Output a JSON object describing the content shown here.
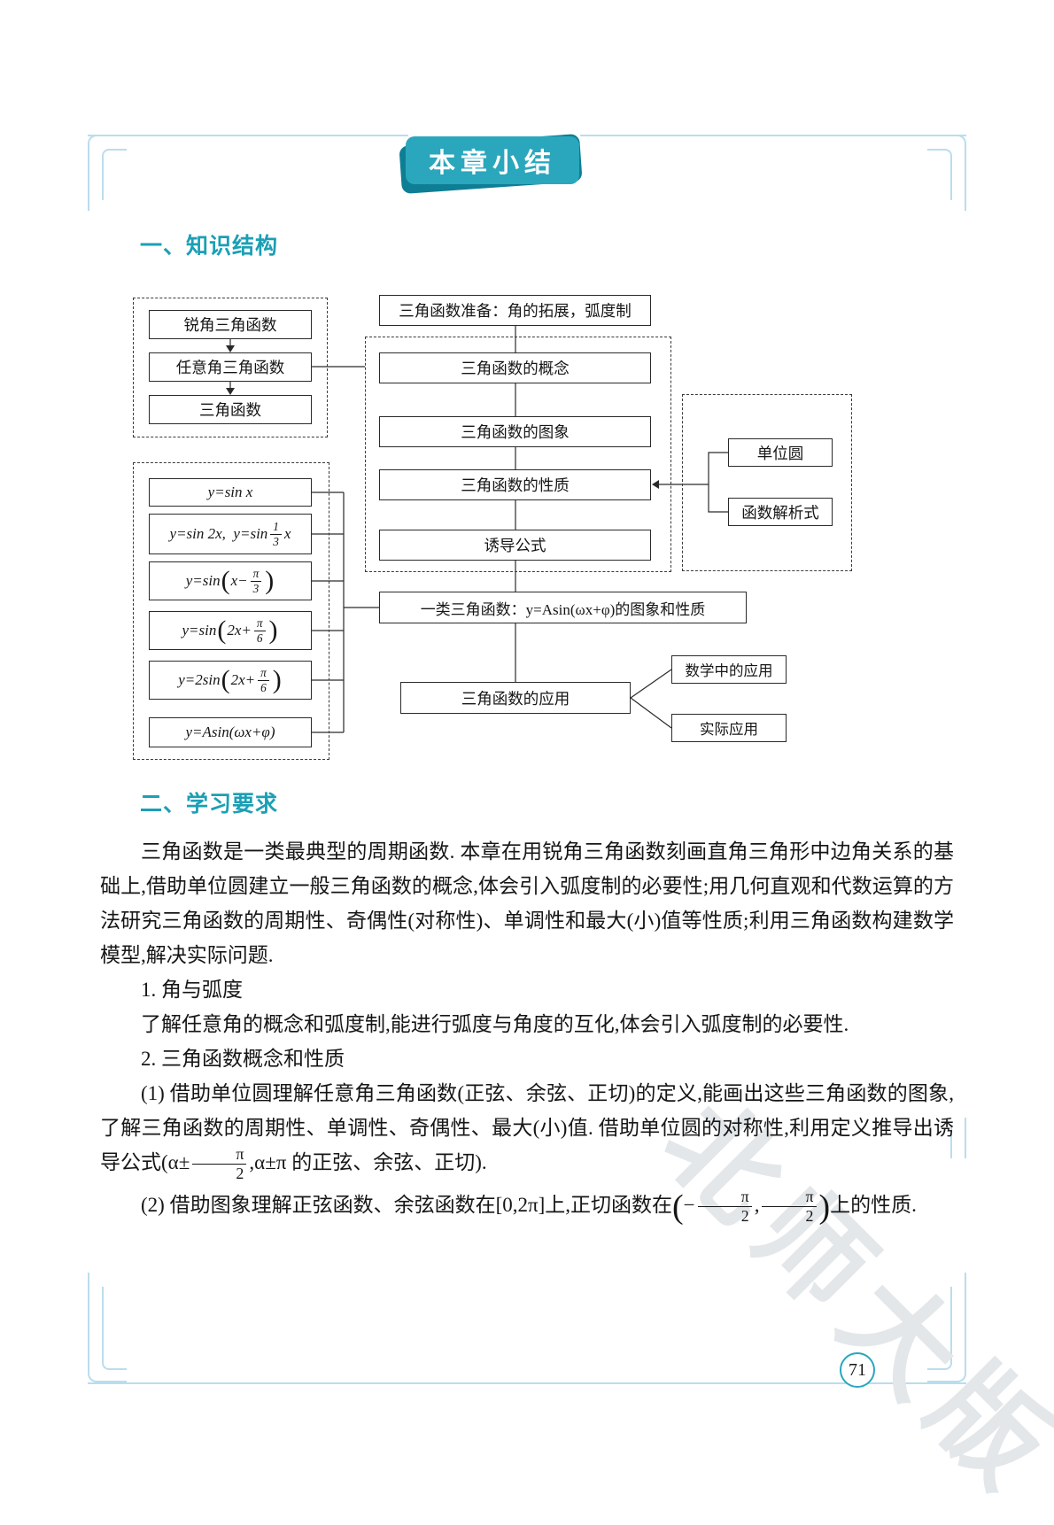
{
  "colors": {
    "accent_teal": "#2aa7bc",
    "banner_shadow": "#0e7e95",
    "frame_blue": "#badded"
  },
  "banner": {
    "title": "本章小结"
  },
  "headings": {
    "s1": "一、知识结构",
    "s2": "二、学习要求"
  },
  "flowchart": {
    "syms": {
      "lp": "(",
      "rp": ")"
    },
    "left_chain": {
      "box1": "锐角三角函数",
      "box2": "任意角三角函数",
      "box3": "三角函数"
    },
    "prep_box": "三角函数准备：角的拓展，弧度制",
    "concept_box": "三角函数的概念",
    "graph_box": "三角函数的图象",
    "property_box": "三角函数的性质",
    "induction_box": "诱导公式",
    "unit_circle_box": "单位圆",
    "expression_box": "函数解析式",
    "formulas": {
      "f1": "y=sin x",
      "f2": {
        "a": "y=sin 2x,  y=sin",
        "num": "1",
        "den": "3",
        "b": "x"
      },
      "f3": {
        "pre": "y=sin",
        "inner": "x−",
        "num": "π",
        "den": "3"
      },
      "f4": {
        "pre": "y=sin",
        "inner": "2x+",
        "num": "π",
        "den": "6"
      },
      "f5": {
        "pre": "y=2sin",
        "inner": "2x+",
        "num": "π",
        "den": "6"
      },
      "f6": "y=Asin(ωx+φ)"
    },
    "family_box": "一类三角函数：y=Asin(ωx+φ)的图象和性质",
    "application_box": "三角函数的应用",
    "math_app_box": "数学中的应用",
    "practical_app_box": "实际应用"
  },
  "body": {
    "p1": "三角函数是一类最典型的周期函数. 本章在用锐角三角函数刻画直角三角形中边角关系的基础上,借助单位圆建立一般三角函数的概念,体会引入弧度制的必要性;用几何直观和代数运算的方法研究三角函数的周期性、奇偶性(对称性)、单调性和最大(小)值等性质;利用三角函数构建数学模型,解决实际问题.",
    "item1_title": "1. 角与弧度",
    "item1_text": "了解任意角的概念和弧度制,能进行弧度与角度的互化,体会引入弧度制的必要性.",
    "item2_title": "2. 三角函数概念和性质",
    "sub1": {
      "a": "(1) 借助单位圆理解任意角三角函数(正弦、余弦、正切)的定义,能画出这些三角函数的图象,了解三角函数的周期性、单调性、奇偶性、最大(小)值. 借助单位圆的对称性,利用定义推导出诱导公式(α±",
      "num": "π",
      "den": "2",
      "b": ",α±π 的正弦、余弦、正切)."
    },
    "sub2": {
      "a": "(2) 借助图象理解正弦函数、余弦函数在[0,2π]上,正切函数在",
      "lp": "(",
      "minus": "−",
      "num1": "π",
      "den1": "2",
      "comma": ",",
      "num2": "π",
      "den2": "2",
      "rp": ")",
      "b": "上的性质."
    }
  },
  "footer": {
    "page_number": "71",
    "watermark": "北师大版"
  }
}
